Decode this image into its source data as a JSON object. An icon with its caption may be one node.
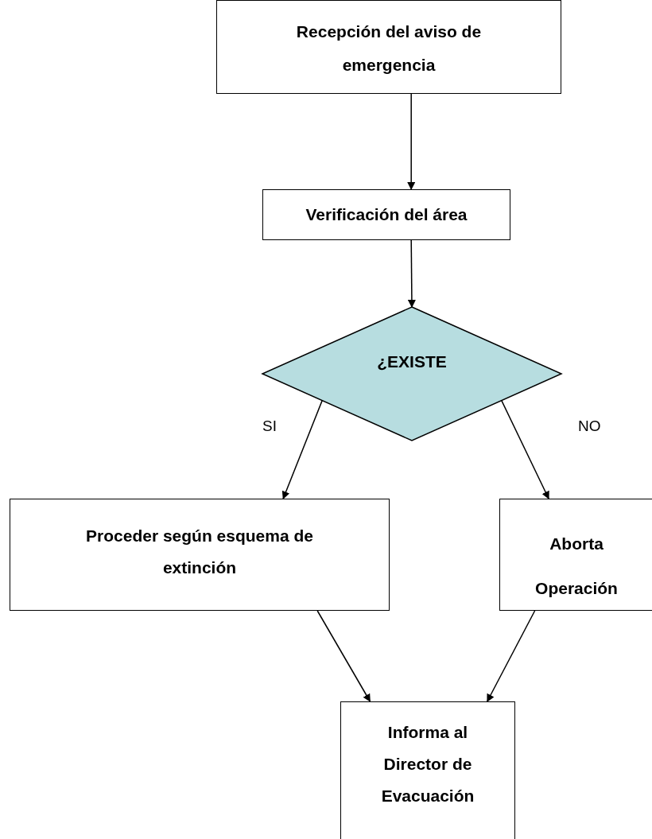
{
  "diagram": {
    "nodes": [
      {
        "text": [
          "Recepción del aviso de emergencia"
        ]
      },
      {
        "text": [
          "Verificación del área"
        ]
      },
      {
        "text": [
          "¿EXISTE"
        ]
      },
      {
        "text": [
          "Proceder según esquema de extinción"
        ]
      },
      {
        "text": [
          "Aborta Operación"
        ]
      },
      {
        "text": [
          "Informa al Director de Evacuación"
        ]
      }
    ],
    "edges": [
      {
        "from": 0,
        "to": 1,
        "arrow": "to"
      },
      {
        "from": 1,
        "to": 2,
        "arrow": "to"
      },
      {
        "from": 2,
        "to": 3,
        "arrow": "to",
        "label": "SI"
      },
      {
        "from": 2,
        "to": 4,
        "arrow": "to",
        "label": "NO"
      },
      {
        "from": 3,
        "to": 5,
        "arrow": "to"
      },
      {
        "from": 4,
        "to": 5,
        "arrow": "to"
      }
    ]
  }
}
